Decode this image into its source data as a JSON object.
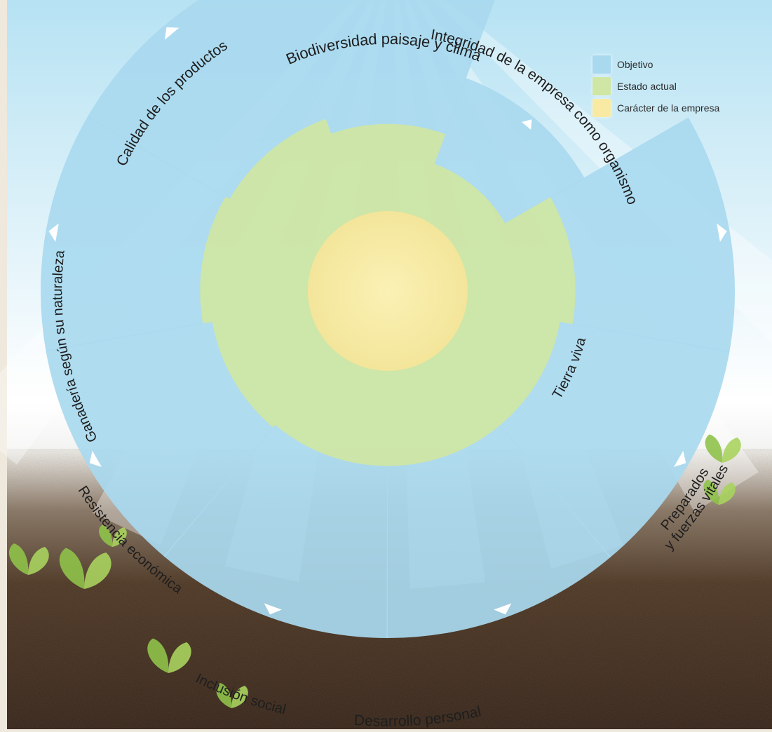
{
  "colors": {
    "target": "#a9d9ef",
    "current": "#cfe6a4",
    "company": "#f8eaa3",
    "sky_top": "#b8e3f3",
    "soil": "#4a3322",
    "sprout": "#8fc24a"
  },
  "legend": [
    {
      "label": "Objetivo",
      "color_key": "target",
      "icon": "objective-swatch"
    },
    {
      "label": "Estado actual",
      "color_key": "current",
      "icon": "current-state-swatch"
    },
    {
      "label": "Carácter de la empresa",
      "color_key": "company",
      "icon": "company-character-swatch"
    }
  ],
  "segments": [
    {
      "label": "Biodiversidad paisaje y clima",
      "key": "biodiversity",
      "target_level": 1.0,
      "current_level": 0.65
    },
    {
      "label": "Integridad de la empresa como organismo",
      "key": "integrity",
      "target_level": 1.0,
      "current_level": 0.55
    },
    {
      "label": "Tierra viva",
      "key": "living-soil",
      "target_level": 0.55,
      "current_level": 0.35
    },
    {
      "label": "Preparados y fuerzas vitales",
      "key": "preparations",
      "line1": "Preparados",
      "line2": "y fuerzas vitales",
      "target_level": 1.0,
      "current_level": 0.68
    },
    {
      "label": "Desarrollo personal",
      "key": "personal-development",
      "target_level": 1.0,
      "current_level": 0.6
    },
    {
      "label": "Inclusión social",
      "key": "social-inclusion",
      "target_level": 1.0,
      "current_level": 0.6
    },
    {
      "label": "Resistencia económica",
      "key": "economic-resilience",
      "target_level": 1.0,
      "current_level": 0.6
    },
    {
      "label": "Ganadería según su naturaleza",
      "key": "livestock",
      "target_level": 1.0,
      "current_level": 0.62
    },
    {
      "label": "Calidad de los productos",
      "key": "product-quality",
      "target_level": 1.0,
      "current_level": 0.68
    }
  ]
}
